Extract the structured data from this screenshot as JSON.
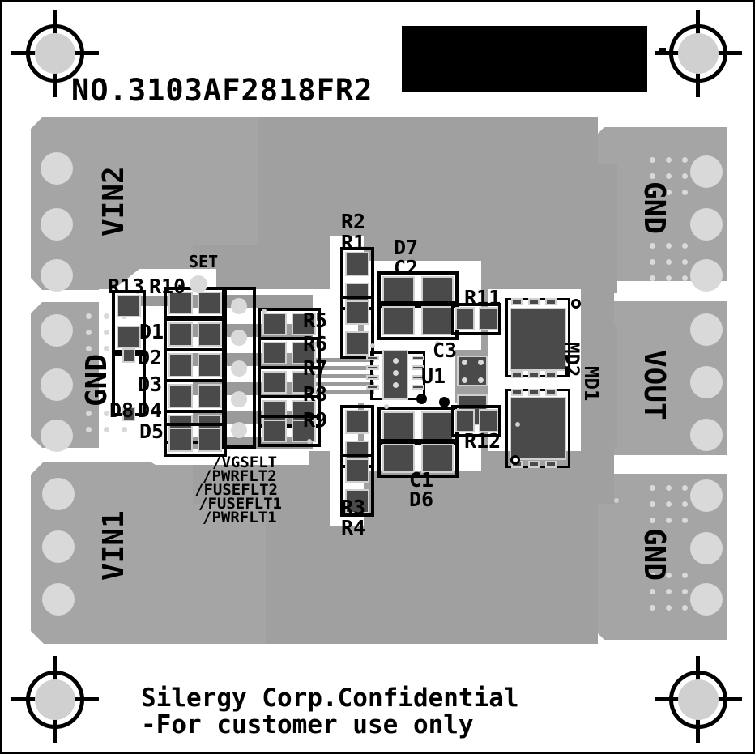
{
  "board": {
    "part_number": "NO.3103AF2818FR2",
    "footer_line1": "Silergy Corp.Confidential",
    "footer_line2": "-For customer use only",
    "colors": {
      "copper_pour": "#a0a0a0",
      "pad_copper": "#a5a5a5",
      "silk": "#000000",
      "smd_pad": "#4a4a4a",
      "through_hole": "#d9d9d9",
      "background": "#ffffff",
      "label_block": "#000000"
    }
  },
  "terminals": [
    {
      "label": "VIN2",
      "position": "left-top"
    },
    {
      "label": "GND",
      "position": "left-middle"
    },
    {
      "label": "VIN1",
      "position": "left-bottom"
    },
    {
      "label": "GND",
      "position": "right-top"
    },
    {
      "label": "VOUT",
      "position": "right-middle"
    },
    {
      "label": "GND",
      "position": "right-bottom"
    }
  ],
  "signals": [
    "/VGSFLT",
    "/PWRFLT2",
    "/FUSEFLT2",
    "/FUSEFLT1",
    "/PWRFLT1"
  ],
  "designators": {
    "set": "SET",
    "r13": "R13",
    "r10": "R10",
    "d1": "D1",
    "d2": "D2",
    "d3": "D3",
    "d4": "D4",
    "d5": "D5",
    "d8": "D8",
    "r5": "R5",
    "r6": "R6",
    "r7": "R7",
    "r8": "R8",
    "r9": "R9",
    "r1": "R1",
    "r2": "R2",
    "r3": "R3",
    "r4": "R4",
    "r11": "R11",
    "r12": "R12",
    "c1": "C1",
    "c2": "C2",
    "c3": "C3",
    "d6": "D6",
    "d7": "D7",
    "u1": "U1",
    "md1": "MD1",
    "md2": "MD2"
  }
}
